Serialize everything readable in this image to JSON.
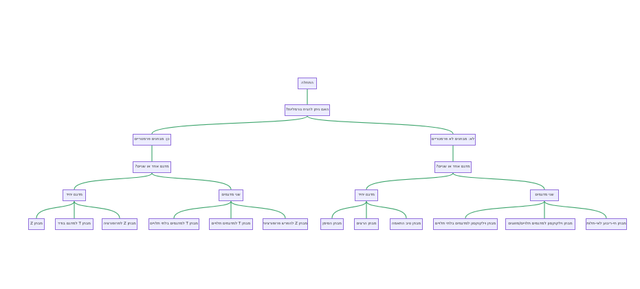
{
  "diagram": {
    "nodes": {
      "start": "התחלה",
      "q_normal": "האם ניתן להניח נורמליות?",
      "yes_param": "כן: מבחנים פרמטריים",
      "no_nonparam": "לא: מבחנים לא פרמטריים",
      "yes_samples_q": "מדגם אחד או שניים?",
      "no_samples_q": "מדגם אחד או שניים?",
      "yes_one": "מדגם יחיד",
      "yes_two": "שני מדגמים",
      "no_one": "מדגם יחיד",
      "no_two": "שני מדגמים",
      "z_test": "מבחן Z",
      "t_single": "מבחן T למדגם בודד",
      "z_prop": "מבחן Z לפרופורציה",
      "t_indep": "מבחן T למדגמים בלתי תלויים",
      "t_paired": "מבחן T למדגמים תלויים",
      "z_prop_diff": "מבחן Z להפרש פרופורציות",
      "sign_test": "מבחן הסימן",
      "runs_test": "מבחן הרצים",
      "gof_test": "מבחן טיב התאמה",
      "wilcoxon_indep": "מבחן וילקוקסון למדגמים בלתי תלויים",
      "wilcoxon_paired": "מבחן וילקוקסון למדגמים תלויים/מזווגים",
      "chi_square": "מבחן חי-ריבוע לאי-תלות"
    }
  }
}
